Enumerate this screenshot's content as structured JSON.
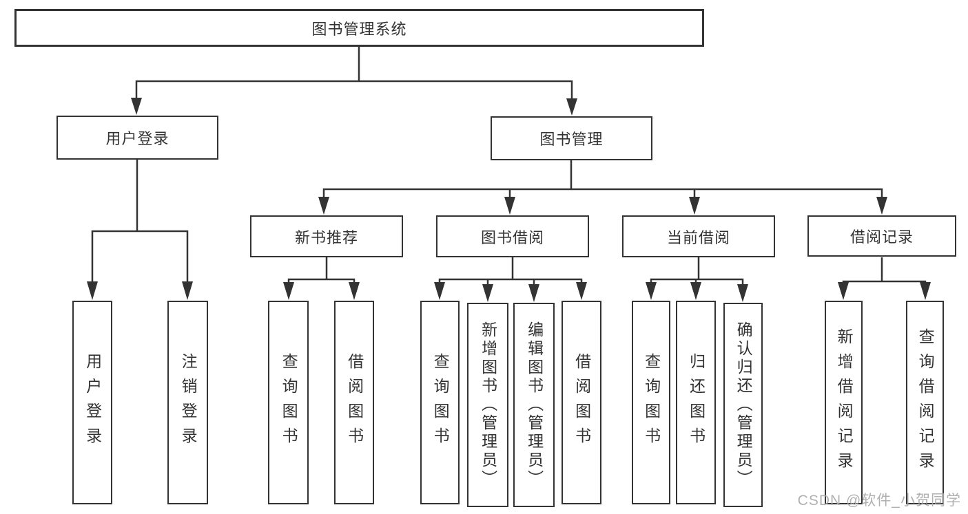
{
  "diagram": {
    "title": "图书管理系统",
    "tree": {
      "label": "图书管理系统",
      "children": [
        {
          "label": "用户登录",
          "children": [
            {
              "label": "用户登录"
            },
            {
              "label": "注销登录"
            }
          ]
        },
        {
          "label": "图书管理",
          "children": [
            {
              "label": "新书推荐",
              "children": [
                {
                  "label": "查询图书"
                },
                {
                  "label": "借阅图书"
                }
              ]
            },
            {
              "label": "图书借阅",
              "children": [
                {
                  "label": "查询图书"
                },
                {
                  "label": "新增图书（管理员）"
                },
                {
                  "label": "编辑图书（管理员）"
                },
                {
                  "label": "借阅图书"
                }
              ]
            },
            {
              "label": "当前借阅",
              "children": [
                {
                  "label": "查询图书"
                },
                {
                  "label": "归还图书"
                },
                {
                  "label": "确认归还（管理员）"
                }
              ]
            },
            {
              "label": "借阅记录",
              "children": [
                {
                  "label": "新增借阅记录"
                },
                {
                  "label": "查询借阅记录"
                }
              ]
            }
          ]
        }
      ]
    }
  },
  "watermark": {
    "text": "CSDN @软件_小贺同学"
  },
  "colors": {
    "line": "#333333",
    "text": "#333333",
    "box_background": "#ffffff",
    "page_background": "#ffffff",
    "watermark": "#a8a8a8"
  }
}
